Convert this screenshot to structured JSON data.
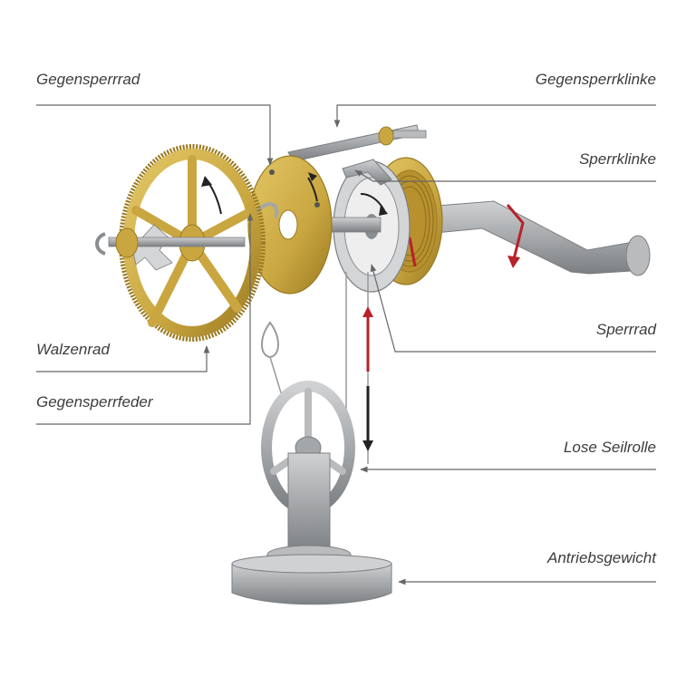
{
  "labels": {
    "gegensperrrad": "Gegensperrrad",
    "gegensperrklinke": "Gegensperrklinke",
    "sperrklinke": "Sperrklinke",
    "sperrrad": "Sperrrad",
    "walzenrad": "Walzenrad",
    "gegensperrfeder": "Gegensperrfeder",
    "lose_seilrolle": "Lose Seilrolle",
    "antriebsgewicht": "Antriebsgewicht"
  },
  "colors": {
    "brass": "#c9a640",
    "brass_dark": "#9a7a22",
    "brass_light": "#e2c766",
    "steel": "#a4a7aa",
    "steel_dark": "#7c7f82",
    "steel_light": "#cfd1d3",
    "arrow_red": "#b8202a",
    "leader": "#666666",
    "text": "#3c3c3c"
  }
}
